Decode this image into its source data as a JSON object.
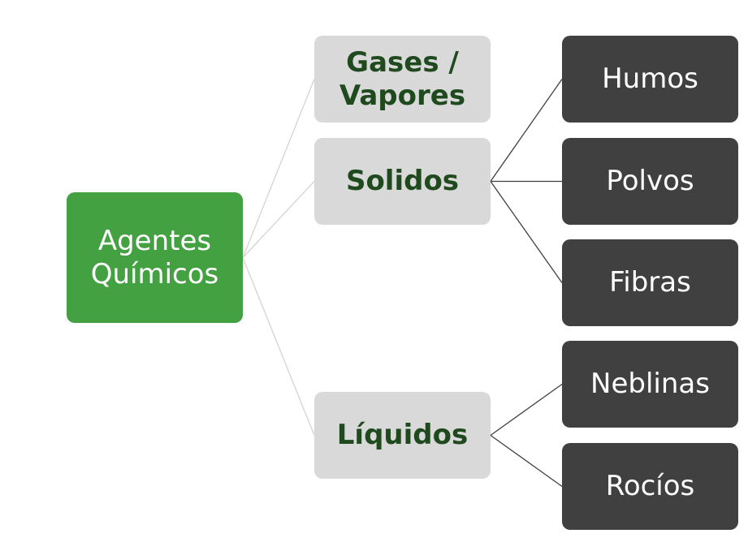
{
  "colors": {
    "root_fill": "#43a141",
    "mid_fill": "#d9d9d9",
    "mid_text": "#1f4a1e",
    "leaf_fill": "#404040",
    "root_connector": "#d4d4d4",
    "leaf_connector": "#404040"
  },
  "diagram": {
    "root": {
      "label": "Agentes\nQuímicos"
    },
    "categories": {
      "gases": {
        "label": "Gases /\nVapores"
      },
      "solidos": {
        "label": "Solidos"
      },
      "liquidos": {
        "label": "Líquidos"
      }
    },
    "leaves": {
      "humos": {
        "label": "Humos"
      },
      "polvos": {
        "label": "Polvos"
      },
      "fibras": {
        "label": "Fibras"
      },
      "neblinas": {
        "label": "Neblinas"
      },
      "rocios": {
        "label": "Rocíos"
      }
    }
  }
}
